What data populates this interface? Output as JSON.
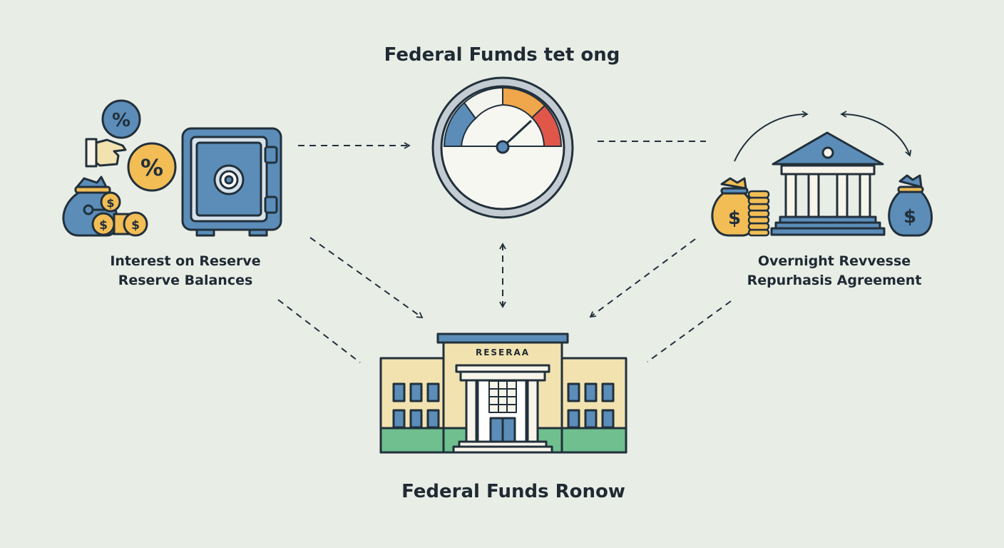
{
  "title_top": "Federal Fumds tet ong",
  "title_bottom": "Federal Funds Ronow",
  "left_label": {
    "line1": "Interest on Reserve",
    "line2": "Reserve Balances"
  },
  "right_label": {
    "line1": "Overnight Revvesse",
    "line2": "Repurhasis Agreement"
  },
  "bank_sign": "RESERAA",
  "icons": {
    "percent_symbol_1": "%",
    "percent_symbol_2": "%",
    "dollar_symbol": "$"
  },
  "colors": {
    "background": "#e8ede6",
    "blue": "#5b8db8",
    "orange": "#f0a64a",
    "gold": "#f2bd55",
    "red": "#e0574a",
    "cream": "#f1e2b0",
    "green": "#6fbf8f",
    "outline": "#22303b"
  }
}
